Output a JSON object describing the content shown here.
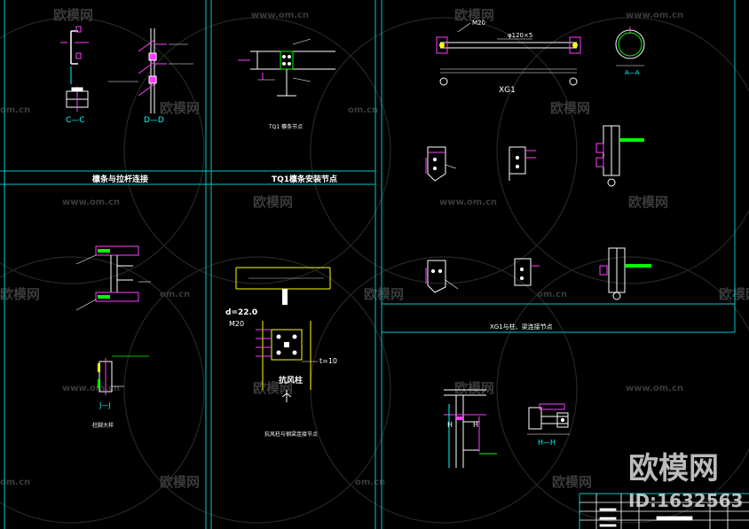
{
  "watermark": {
    "brand": "欧模网",
    "url": "www.om.cn",
    "url_short": "om.cn",
    "big_brand": "欧模网",
    "id_text": "ID:1632563"
  },
  "colors": {
    "background": "#000000",
    "frame": "#00c8c8",
    "drawing": "#ffffff",
    "dim": "#ff3cff",
    "accent_yellow": "#ffff00",
    "accent_green": "#00ff00",
    "accent_cyan": "#00ffff",
    "watermark": "#3a3a3a"
  },
  "panels": {
    "top_left": {
      "section_cc": "C—C",
      "section_dd": "D—D",
      "title": "檩条与拉杆连接"
    },
    "top_mid": {
      "title": "TQ1檩条安装节点"
    },
    "mid_left": {
      "section_jj": "J—J",
      "bottom_title": "柱脚大样"
    },
    "mid_center": {
      "label_d": "d=22.0",
      "label_m": "M20",
      "label_t": "t=10",
      "label_col": "抗风柱",
      "bottom_title": "抗风柱与钢梁连接节点"
    },
    "right_top": {
      "label_bolt": "M20",
      "label_pipe": "φ120×5",
      "label_xg": "XG1",
      "label_aa": "A—A"
    },
    "right_mid": {
      "title": "XG1与柱、梁连接节点"
    },
    "right_bottom": {
      "label_h1": "H",
      "label_h2": "H",
      "label_hh": "H—H"
    }
  }
}
